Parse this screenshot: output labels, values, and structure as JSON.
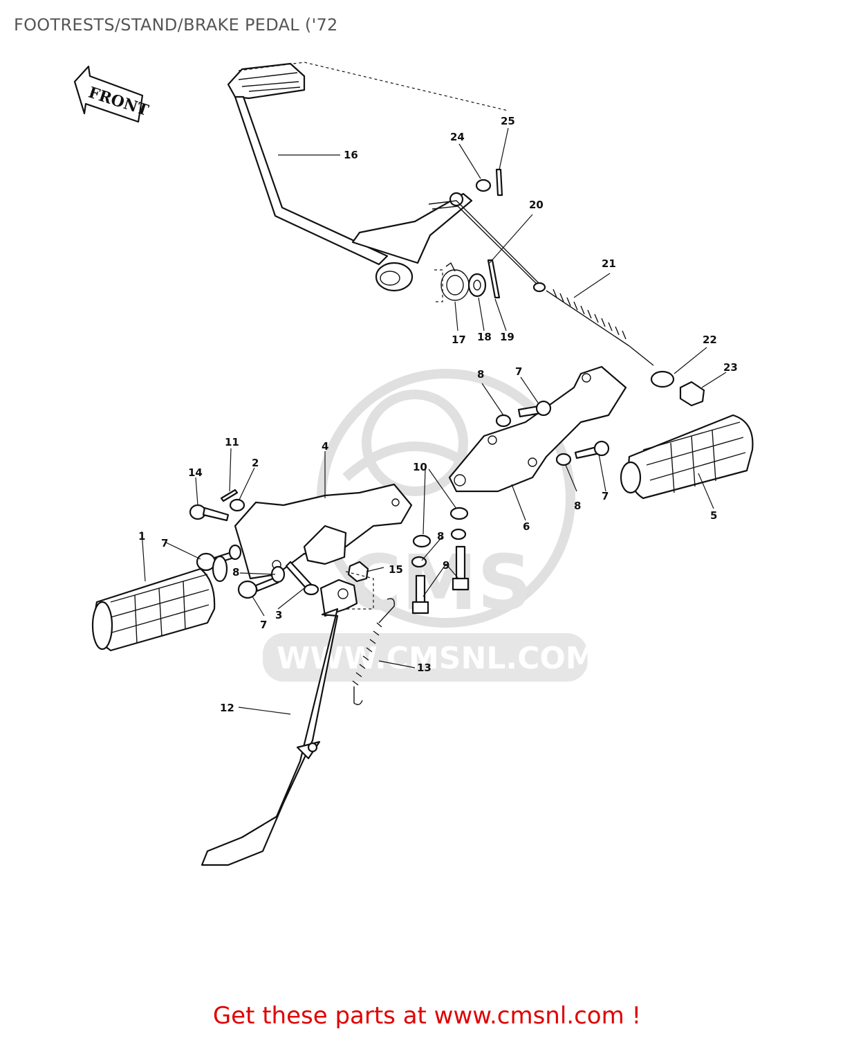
{
  "title": "FOOTRESTS/STAND/BRAKE PEDAL ('72",
  "footer_link": "Get these parts at www.cmsnl.com !",
  "front_arrow_text": "FRONT",
  "watermark": {
    "brand": "CMS",
    "url": "WWW.CMSNL.COM"
  },
  "part_labels": [
    "1",
    "2",
    "3",
    "4",
    "5",
    "6",
    "7",
    "8",
    "9",
    "10",
    "11",
    "12",
    "13",
    "14",
    "15",
    "16",
    "17",
    "18",
    "19",
    "20",
    "21",
    "22",
    "23",
    "24",
    "25"
  ],
  "callouts": [
    {
      "id": "16",
      "text": "16"
    },
    {
      "id": "24",
      "text": "24"
    },
    {
      "id": "25",
      "text": "25"
    },
    {
      "id": "20",
      "text": "20"
    },
    {
      "id": "21",
      "text": "21"
    },
    {
      "id": "17",
      "text": "17"
    },
    {
      "id": "18",
      "text": "18"
    },
    {
      "id": "19",
      "text": "19"
    },
    {
      "id": "22",
      "text": "22"
    },
    {
      "id": "23",
      "text": "23"
    },
    {
      "id": "8a",
      "text": "8"
    },
    {
      "id": "7a",
      "text": "7"
    },
    {
      "id": "11",
      "text": "11"
    },
    {
      "id": "2",
      "text": "2"
    },
    {
      "id": "4",
      "text": "4"
    },
    {
      "id": "14",
      "text": "14"
    },
    {
      "id": "10",
      "text": "10"
    },
    {
      "id": "8b",
      "text": "8"
    },
    {
      "id": "7b",
      "text": "7"
    },
    {
      "id": "5",
      "text": "5"
    },
    {
      "id": "6",
      "text": "6"
    },
    {
      "id": "1",
      "text": "1"
    },
    {
      "id": "7c",
      "text": "7"
    },
    {
      "id": "8c",
      "text": "8"
    },
    {
      "id": "9",
      "text": "9"
    },
    {
      "id": "15",
      "text": "15"
    },
    {
      "id": "8d",
      "text": "8"
    },
    {
      "id": "7d",
      "text": "7"
    },
    {
      "id": "3",
      "text": "3"
    },
    {
      "id": "13",
      "text": "13"
    },
    {
      "id": "12",
      "text": "12"
    }
  ],
  "colors": {
    "title": "#555555",
    "footer": "#e00000",
    "line": "#111111",
    "watermark": "#e3e3e3"
  }
}
